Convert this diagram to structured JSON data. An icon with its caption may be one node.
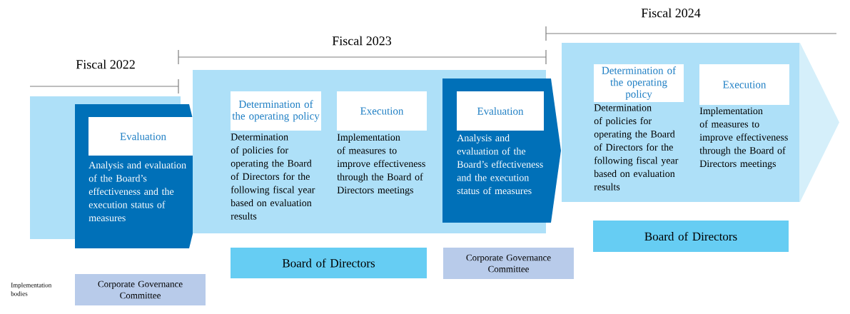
{
  "diagram": {
    "nodes": [
      {
        "text": [],
        "shape": "box"
      },
      {
        "text": [
          "Evaluation",
          "Analysis and evaluation of the Board’s effectiveness and the execution status of measures"
        ]
      },
      {
        "text": [],
        "shape": "box"
      },
      {
        "text": [
          "Determination of the operating policy",
          "Determination of policies for operating the Board of Directors for the following fiscal year based on evaluation results"
        ],
        "in": 2
      },
      {
        "text": [
          "Execution",
          "Implementation of measures to improve effectiveness through the Board of Directors meetings"
        ],
        "in": 2
      },
      {
        "text": [
          "Evaluation",
          "Analysis and evaluation of the Board’s effectiveness and the execution status of measures"
        ]
      },
      {
        "text": [],
        "shape": "arrow"
      },
      {
        "text": [
          "Determination of the operating policy",
          "Determination of policies for operating the Board of Directors for the following fiscal year based on evaluation results"
        ],
        "in": 6
      },
      {
        "text": [
          "Execution",
          "Implementation of measures to improve effectiveness through the Board of Directors meetings"
        ],
        "in": 6
      },
      {
        "text": [
          "Board of Directors"
        ]
      },
      {
        "text": [
          "Corporate Governance Committee"
        ]
      },
      {
        "text": [
          "Corporate Governance Committee"
        ]
      },
      {
        "text": [
          "Board of Directors"
        ]
      }
    ],
    "labels": [
      "Fiscal 2024",
      "Fiscal 2023",
      "Fiscal 2022",
      "Implementation bodies"
    ]
  }
}
